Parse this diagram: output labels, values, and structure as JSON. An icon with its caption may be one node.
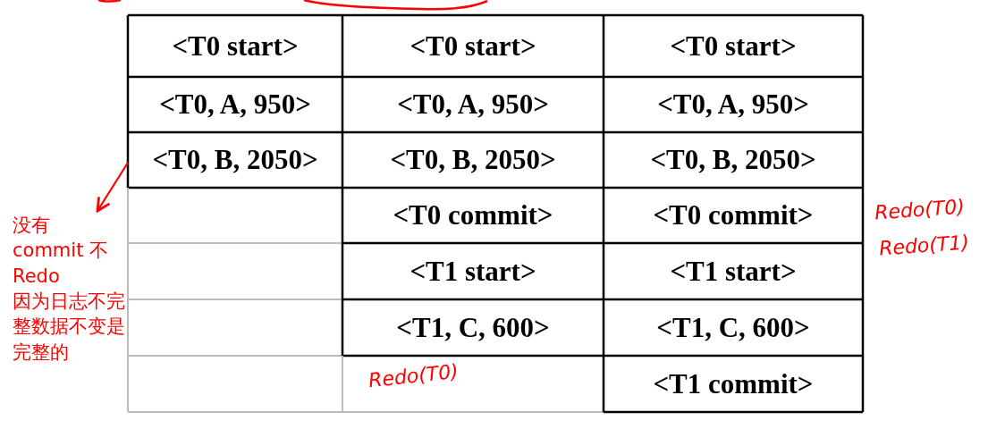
{
  "diagram": {
    "nodes": [
      {
        "text": [
          "没有 commit 不 Redo",
          "因为日志不完整数据不变是完整的"
        ]
      },
      {
        "text": [
          "<T0, B, 2050>"
        ]
      }
    ],
    "edges": [
      {
        "from": 1,
        "to": 0,
        "arrow": "to",
        "color": "#ff0000"
      }
    ],
    "labels": [
      "<T0 start>",
      "<T0 start>",
      "<T0 start>",
      "<T0, A, 950>",
      "<T0, A, 950>",
      "<T0, A, 950>",
      "<T0, B, 2050>",
      "<T0, B, 2050>",
      "<T0 commit>",
      "<T0 commit>",
      "Redo(T0)",
      "<T1 start>",
      "<T1 start>",
      "Redo(T1)",
      "<T1, C, 600>",
      "<T1, C, 600>",
      "Redo(T0)",
      "<T1 commit>"
    ]
  }
}
